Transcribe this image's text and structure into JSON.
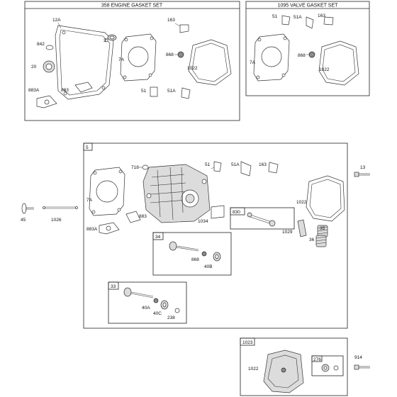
{
  "kits": {
    "engine_gasket_set": "358 ENGINE GASKET SET",
    "valve_gasket_set": "1095 VALVE GASKET SET"
  },
  "assemblies": {
    "main": "5",
    "exhaust_valve_group": "34",
    "intake_valve_group": "33",
    "breather_group": "830",
    "cover_group": "1023",
    "cover_subgroup": "276"
  },
  "engine_set_labels": {
    "p12A": "12A",
    "p842": "842",
    "p3": "3",
    "p20": "20",
    "p7A": "7A",
    "p163": "163",
    "p868": "868",
    "p1022": "1022",
    "p883A": "883A",
    "p883": "883",
    "p51": "51",
    "p51A": "51A"
  },
  "valve_set_labels": {
    "p51": "51",
    "p51A": "51A",
    "p163": "163",
    "p7A": "7A",
    "p868": "868",
    "p1022": "1022"
  },
  "main_labels": {
    "p718": "718",
    "p51": "51",
    "p51A": "51A",
    "p163": "163",
    "p7A": "7A",
    "p883": "883",
    "p883A": "883A",
    "p1034": "1034",
    "p1022": "1022",
    "p1029": "1029",
    "p35": "35",
    "p36": "36",
    "p868": "868",
    "p40B": "40B",
    "p40A": "40A",
    "p40C": "40C",
    "p238": "238"
  },
  "outside_labels": {
    "p13": "13",
    "p45": "45",
    "p1026": "1026",
    "p1022": "1022",
    "p914": "914"
  }
}
